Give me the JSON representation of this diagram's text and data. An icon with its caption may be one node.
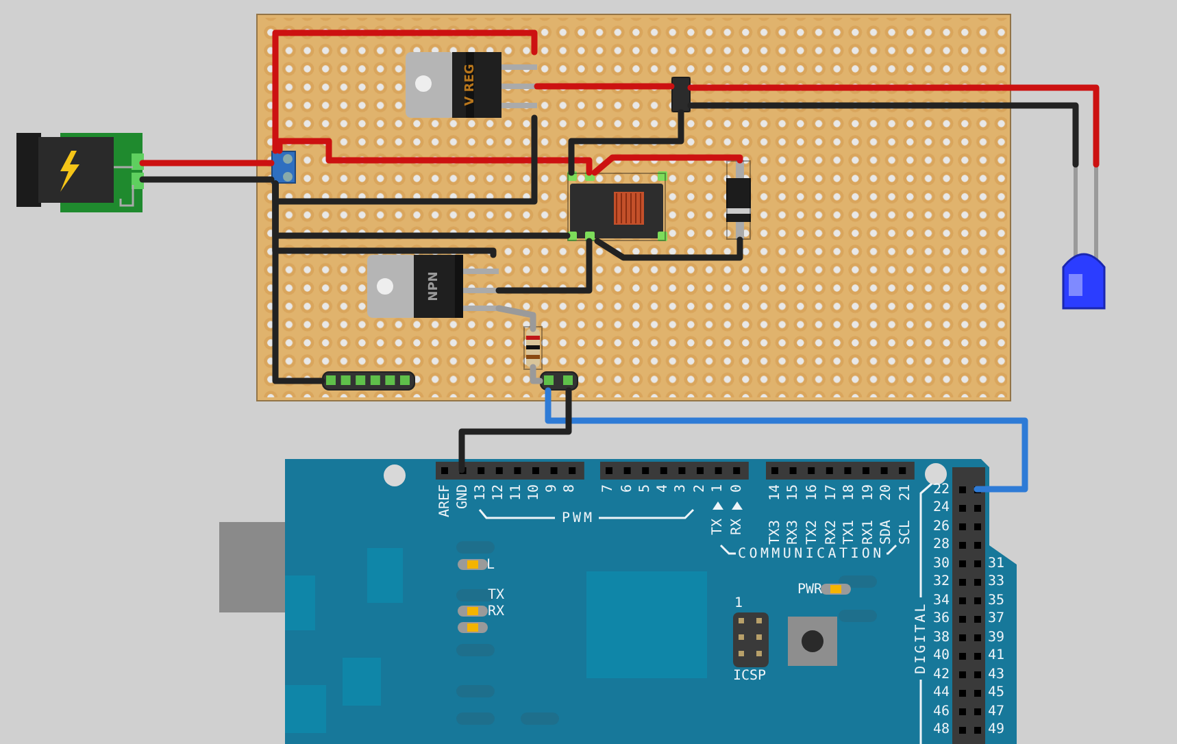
{
  "diagram": {
    "nodes": [
      {
        "text": [],
        "shape": "box"
      },
      {
        "text": [],
        "shape": "picture"
      },
      {
        "text": [],
        "shape": "box",
        "in": 0
      },
      {
        "text": [
          "V REG"
        ],
        "in": 0
      },
      {
        "text": [],
        "shape": "box",
        "in": 0
      },
      {
        "text": [],
        "shape": "box",
        "in": 0
      },
      {
        "text": [],
        "shape": "box",
        "in": 0
      },
      {
        "text": [
          "NPN"
        ],
        "in": 0
      },
      {
        "text": [],
        "shape": "box",
        "in": 0
      },
      {
        "text": [],
        "shape": "bar",
        "in": 0
      },
      {
        "text": [],
        "shape": "bar",
        "in": 0
      },
      {
        "text": [],
        "shape": "picture"
      },
      {
        "text": [],
        "shape": "picture"
      }
    ],
    "edges": [
      {
        "from": 1,
        "to": 2,
        "arrow": "none",
        "color": "#cc1111"
      },
      {
        "from": 1,
        "to": 2,
        "arrow": "none"
      },
      {
        "from": 2,
        "to": 3,
        "arrow": "none",
        "color": "#cc1111"
      },
      {
        "from": 2,
        "to": 5,
        "arrow": "none",
        "color": "#cc1111"
      },
      {
        "from": 3,
        "to": 4,
        "arrow": "none",
        "color": "#cc1111"
      },
      {
        "from": 4,
        "to": 11,
        "arrow": "none",
        "color": "#cc1111"
      },
      {
        "from": 4,
        "to": 11,
        "arrow": "none"
      },
      {
        "from": 4,
        "to": 5,
        "arrow": "none"
      },
      {
        "from": 5,
        "to": 6,
        "arrow": "none",
        "color": "#cc1111"
      },
      {
        "from": 3,
        "to": 2,
        "arrow": "none"
      },
      {
        "from": 2,
        "to": 5,
        "arrow": "none"
      },
      {
        "from": 2,
        "to": 7,
        "arrow": "none"
      },
      {
        "from": 7,
        "to": 5,
        "arrow": "none"
      },
      {
        "from": 5,
        "to": 6,
        "arrow": "none"
      },
      {
        "from": 7,
        "to": 8,
        "arrow": "none",
        "color": "#9a9a9a"
      },
      {
        "from": 8,
        "to": 10,
        "arrow": "none",
        "color": "#9a9a9a"
      },
      {
        "from": 2,
        "to": 9,
        "arrow": "none"
      },
      {
        "from": 10,
        "to": 12,
        "arrow": "none",
        "color": "#2e7bd6"
      },
      {
        "from": 10,
        "to": 12,
        "arrow": "none"
      }
    ],
    "labels": [
      "AREF",
      "GND",
      "13",
      "12",
      "11",
      "10",
      "9",
      "8",
      "7",
      "6",
      "5",
      "4",
      "3",
      "2",
      "1",
      "0",
      "14",
      "15",
      "16",
      "17",
      "18",
      "19",
      "20",
      "21",
      "TX",
      "RX",
      "TX3",
      "RX3",
      "TX2",
      "RX2",
      "TX1",
      "RX1",
      "SDA",
      "SCL",
      "PWM",
      "COMMUNICATION",
      "22",
      "24",
      "26",
      "28",
      "30",
      "31",
      "32",
      "33",
      "34",
      "35",
      "36",
      "37",
      "38",
      "39",
      "40",
      "41",
      "42",
      "43",
      "44",
      "45",
      "46",
      "47",
      "48",
      "49",
      "L",
      "TX",
      "RX",
      "PWR",
      "1",
      "DIGITAL",
      "ICSP"
    ]
  }
}
